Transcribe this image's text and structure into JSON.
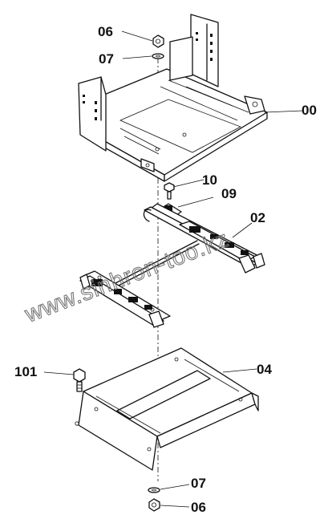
{
  "labels": {
    "nut_top": "06",
    "washer_top": "07",
    "seat_base": "00",
    "bolt_10": "10",
    "bracket_09": "09",
    "slide_rail": "02",
    "bracket_04": "04",
    "bolt_101": "101",
    "washer_bottom": "07",
    "nut_bottom": "06"
  },
  "watermark": "www.sinhron-too.kz"
}
